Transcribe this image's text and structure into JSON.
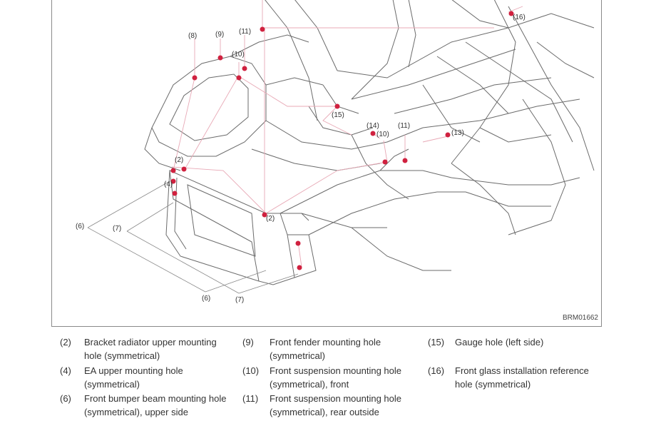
{
  "figure": {
    "code": "BRM01662",
    "callouts": [
      {
        "label": "(8)"
      },
      {
        "label": "(9)"
      },
      {
        "label": "(11)"
      },
      {
        "label": "(10)"
      },
      {
        "label": "(16)"
      },
      {
        "label": "(15)"
      },
      {
        "label": "(14)"
      },
      {
        "label": "(10)"
      },
      {
        "label": "(11)"
      },
      {
        "label": "(13)"
      },
      {
        "label": "(2)"
      },
      {
        "label": "(4)"
      },
      {
        "label": "(6)"
      },
      {
        "label": "(7)"
      },
      {
        "label": "(2)"
      },
      {
        "label": "(6)"
      },
      {
        "label": "(7)"
      }
    ],
    "marker_color": "#d0213f",
    "leader_color": "#e8a9b6"
  },
  "legend": [
    {
      "num": "(2)",
      "text": "Bracket radiator upper mounting hole (symmetrical)"
    },
    {
      "num": "(4)",
      "text": "EA upper mounting hole (symmetrical)"
    },
    {
      "num": "(6)",
      "text": "Front bumper beam mounting hole (symmetrical), upper side"
    },
    {
      "num": "(9)",
      "text": "Front fender mounting hole (symmetrical)"
    },
    {
      "num": "(10)",
      "text": "Front suspension mounting hole (symmetrical), front"
    },
    {
      "num": "(11)",
      "text": "Front suspension mounting hole (symmetrical), rear outside"
    },
    {
      "num": "(15)",
      "text": "Gauge hole (left side)"
    },
    {
      "num": "(16)",
      "text": "Front glass installation reference hole (symmetrical)"
    }
  ]
}
